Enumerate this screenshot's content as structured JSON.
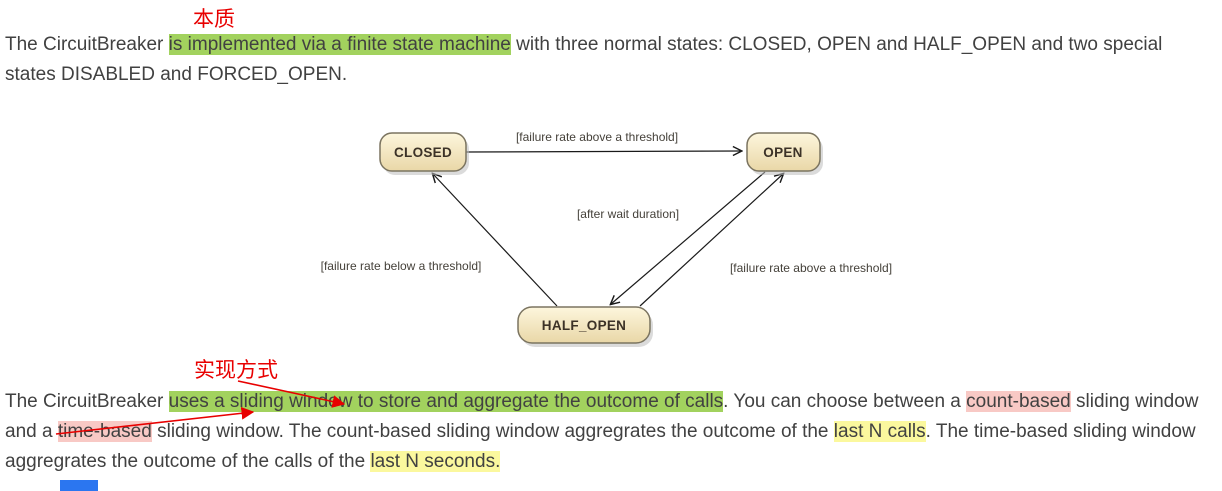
{
  "annotations": {
    "essence_label": "本质",
    "implementation_label": "实现方式",
    "annotation_color": "#e80000"
  },
  "paragraph1": {
    "text_start": "The CircuitBreaker ",
    "highlight_green": "is implemented via a finite state machine",
    "text_end": " with three normal states: CLOSED, OPEN and HALF_OPEN and two special states DISABLED and FORCED_OPEN."
  },
  "diagram": {
    "type": "state-machine",
    "states": [
      {
        "label": "CLOSED"
      },
      {
        "label": "OPEN"
      },
      {
        "label": "HALF_OPEN"
      }
    ],
    "transitions": [
      {
        "from": "CLOSED",
        "to": "OPEN",
        "label": "[failure rate above a threshold]"
      },
      {
        "from": "OPEN",
        "to": "HALF_OPEN",
        "label": "[after wait duration]"
      },
      {
        "from": "HALF_OPEN",
        "to": "CLOSED",
        "label": "[failure rate below a threshold]"
      },
      {
        "from": "HALF_OPEN",
        "to": "OPEN",
        "label": "[failure rate above a threshold]"
      }
    ],
    "node_fill_top": "#fdf6dd",
    "node_fill_bottom": "#e9d7a7",
    "node_border": "#7b7460"
  },
  "paragraph2": {
    "text_1": "The CircuitBreaker ",
    "highlight_green": "uses a sliding window to store and aggregate the outcome of calls",
    "text_2": ". You can choose between a ",
    "highlight_pink_1": "count-based",
    "text_3": " sliding window and a ",
    "highlight_pink_2": "time-based",
    "text_4": " sliding window. The count-based sliding window aggregrates the outcome of the ",
    "highlight_yellow_1": "last N calls",
    "text_5": ". The time-based sliding window aggregrates the outcome of the calls of the ",
    "highlight_yellow_2": "last N seconds."
  },
  "colors": {
    "highlight_green": "#a2d25e",
    "highlight_pink": "#f8c9c5",
    "highlight_yellow": "#fbf89e",
    "body_text": "#414141",
    "partial_blue_element": "#2b76f0"
  }
}
